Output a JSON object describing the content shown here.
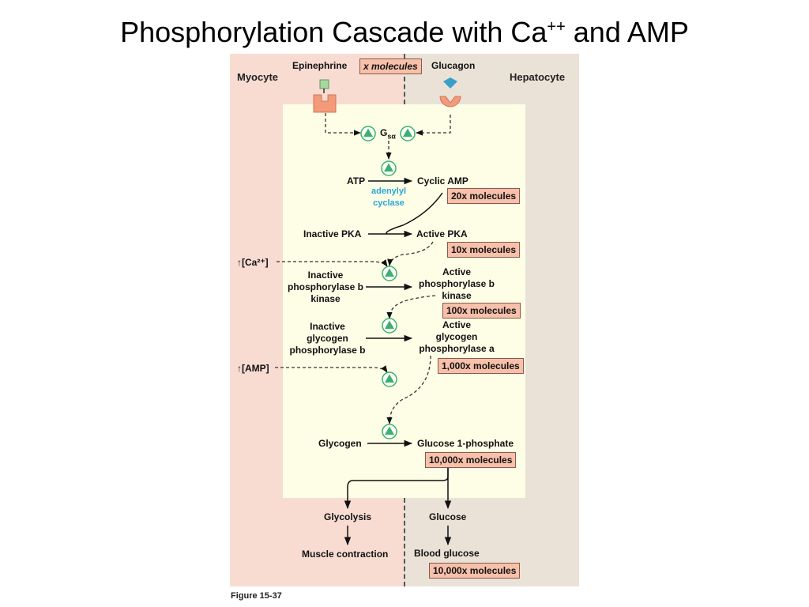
{
  "title": {
    "main": "Phosphorylation Cascade with Ca",
    "superscript": "++",
    "suffix": " and AMP"
  },
  "regions": {
    "left": "Myocyte",
    "right": "Hepatocyte"
  },
  "hormones": {
    "left": "Epinephrine",
    "right": "Glucagon"
  },
  "g_protein": {
    "base": "G",
    "sub": "sα"
  },
  "molecule_counts": {
    "hormone": "x molecules",
    "camp": "20x molecules",
    "pka": "10x molecules",
    "phk": "100x molecules",
    "gp": "1,000x molecules",
    "g1p": "10,000x molecules",
    "blood": "10,000x molecules"
  },
  "reactions": {
    "atp": "ATP",
    "camp": "Cyclic AMP",
    "enzyme_line1": "adenylyl",
    "enzyme_line2": "cyclase",
    "inactive_pka": "Inactive PKA",
    "active_pka": "Active PKA",
    "inactive_phk_1": "Inactive",
    "inactive_phk_2": "phosphorylase b",
    "inactive_phk_3": "kinase",
    "active_phk_1": "Active",
    "active_phk_2": "phosphorylase b",
    "active_phk_3": "kinase",
    "inactive_gp_1": "Inactive",
    "inactive_gp_2": "glycogen",
    "inactive_gp_3": "phosphorylase b",
    "active_gp_1": "Active",
    "active_gp_2": "glycogen",
    "active_gp_3": "phosphorylase a",
    "glycogen": "Glycogen",
    "g1p": "Glucose 1-phosphate",
    "glycolysis": "Glycolysis",
    "muscle": "Muscle contraction",
    "glucose": "Glucose",
    "blood_glucose": "Blood glucose"
  },
  "regulators": {
    "ca": "↑[Ca²⁺]",
    "amp": "↑[AMP]"
  },
  "figure_label": "Figure 15-37",
  "colors": {
    "myocyte": "#f8dcd2",
    "hepatocyte": "#eae2d7",
    "cytosol": "#fefde6",
    "receptor": "#f29a7a",
    "epinephrine": "#a8d8a0",
    "glucagon": "#3aa0c8",
    "activation_node": "#3bb26a",
    "molecule_box": "#f7c0aa",
    "enzyme_text": "#2aa6d8"
  }
}
